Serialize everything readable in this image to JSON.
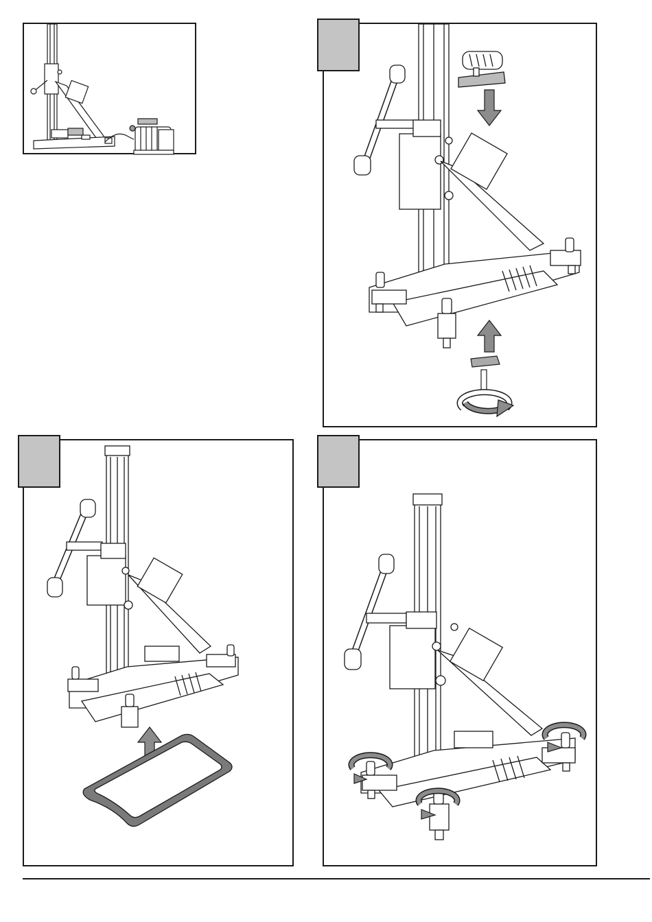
{
  "figure": {
    "panels": [
      {
        "id": "overview",
        "badge": false
      },
      {
        "id": "step-mount-baseplate",
        "badge": true
      },
      {
        "id": "step-vacuum-seal",
        "badge": true
      },
      {
        "id": "step-level-feet",
        "badge": true
      }
    ],
    "colors": {
      "line": "#1a1a1a",
      "badge": "#c4c4c4",
      "arrow": "#8c8c8c",
      "seal": "#7a7a7a"
    }
  }
}
